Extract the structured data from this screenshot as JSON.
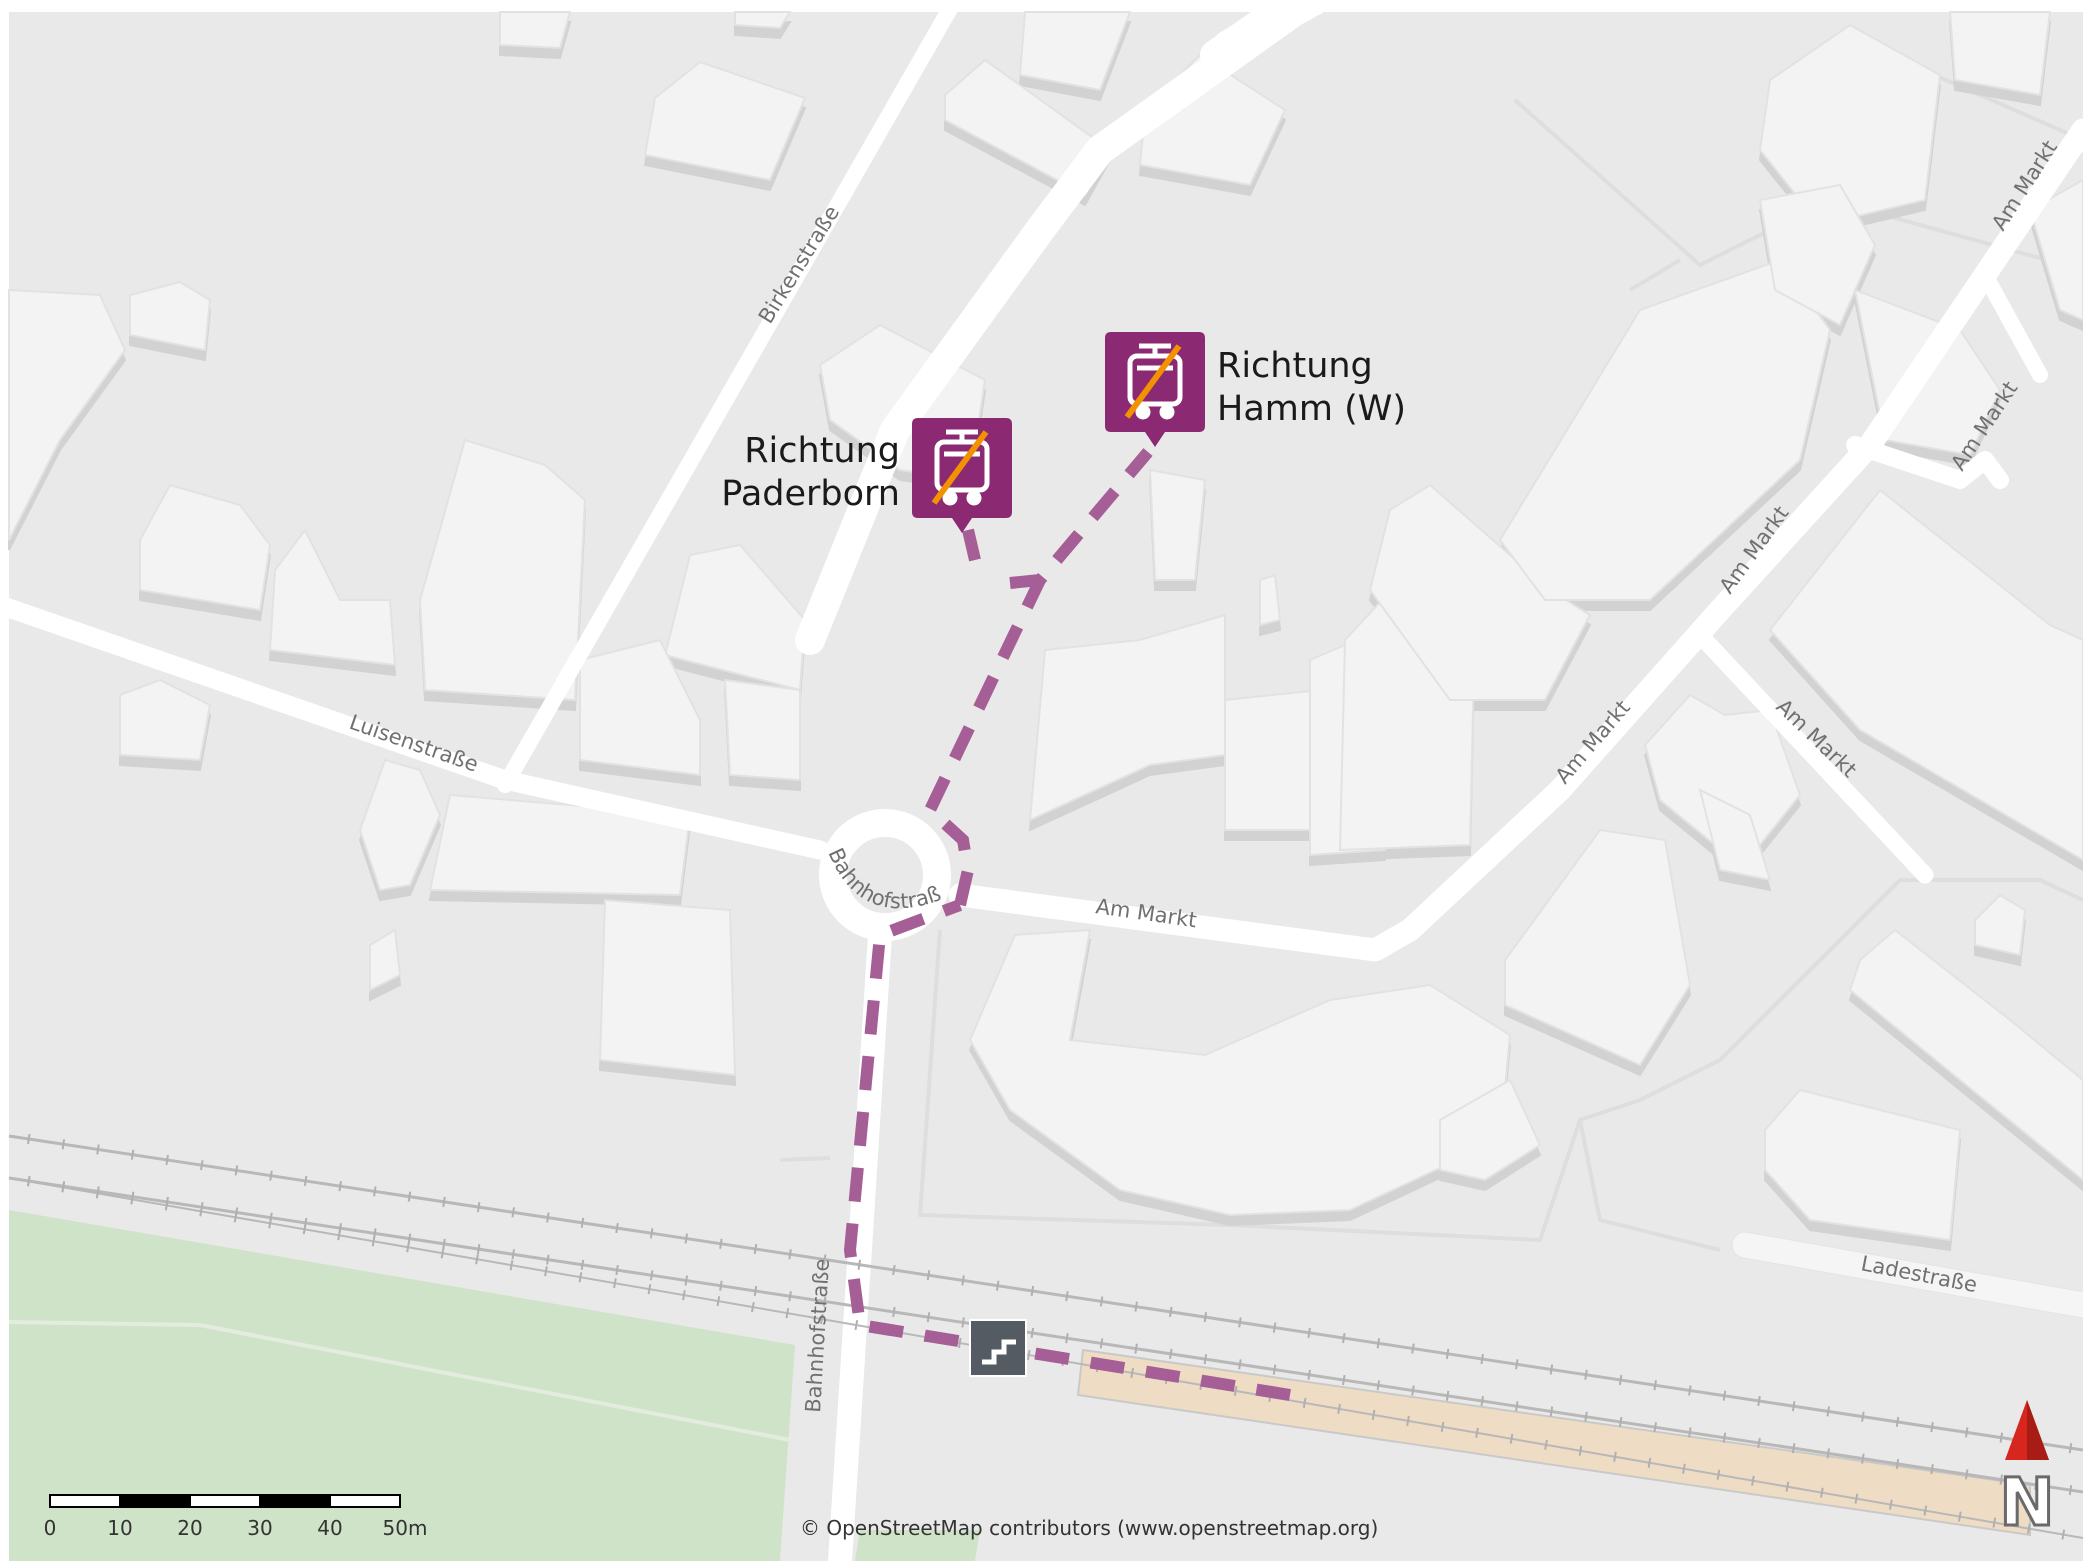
{
  "map": {
    "stops": [
      {
        "label_line1": "Richtung",
        "label_line2": "Paderborn",
        "icon": "tram-bus-replacement-icon",
        "color": "#8b2a72"
      },
      {
        "label_line1": "Richtung",
        "label_line2": "Hamm (W)",
        "icon": "tram-bus-replacement-icon",
        "color": "#8b2a72"
      }
    ],
    "streets": {
      "birkenstrasse": "Birkenstraße",
      "luisenstrasse": "Luisenstraße",
      "bahnhofstrasse_roundabout": "Bahnhofstraße",
      "bahnhofstrasse_south": "Bahnhofstraße",
      "am_markt_main": "Am Markt",
      "am_markt_diag": "Am Markt",
      "am_markt_ne1": "Am Markt",
      "am_markt_ne2": "Am Markt",
      "am_markt_ne3": "Am Markt",
      "am_markt_branch": "Am Markt",
      "ladestrasse": "Ladestraße"
    },
    "scale_bar": {
      "ticks": [
        "0",
        "10",
        "20",
        "30",
        "40",
        "50m"
      ]
    },
    "attribution": "© OpenStreetMap contributors (www.openstreetmap.org)",
    "north_arrow_label": "N",
    "stairs_icon": "stairs-icon",
    "colors": {
      "background": "#e9e9e9",
      "building": "#f3f3f3",
      "road": "#ffffff",
      "green": "#cfe3c8",
      "platform": "#efdcc4",
      "route": "#a65e96",
      "stop_marker": "#8b2a72",
      "stop_stripe": "#f39200",
      "north_arrow": "#d6261e"
    }
  }
}
